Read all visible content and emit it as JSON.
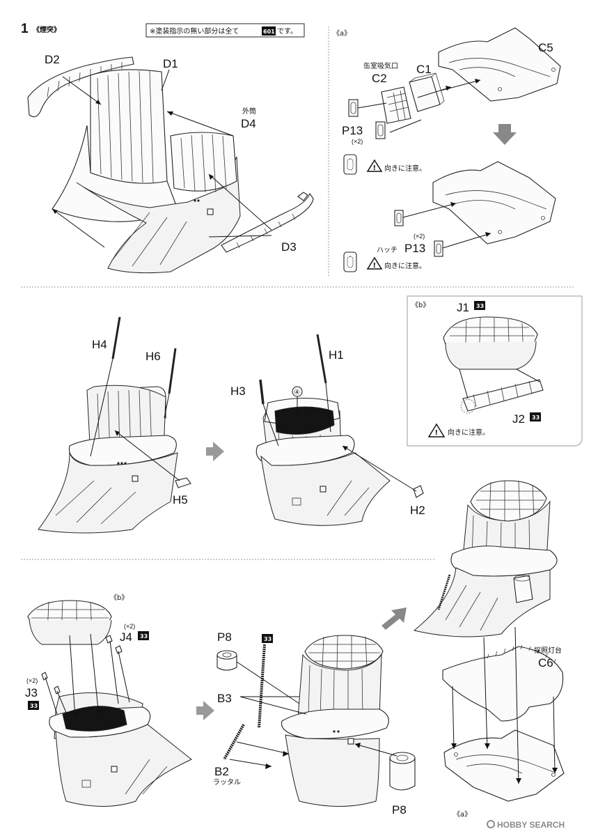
{
  "step": {
    "number": "1",
    "title": "《煙突》"
  },
  "paint_note": {
    "prefix": "※塗装指示の無い部分は全て",
    "code": "601",
    "suffix": "です。"
  },
  "sub_a_label": "《a》",
  "sub_b_label": "《b》",
  "parts": {
    "D1": "D1",
    "D2": "D2",
    "D3": "D3",
    "D4": "D4",
    "C1": "C1",
    "C2": "C2",
    "C5": "C5",
    "C6": "C6",
    "P13": "P13",
    "P8": "P8",
    "H1": "H1",
    "H2": "H2",
    "H3": "H3",
    "H4": "H4",
    "H5": "H5",
    "H6": "H6",
    "J1": "J1",
    "J2": "J2",
    "J3": "J3",
    "J4": "J4",
    "B2": "B2",
    "B3": "B3"
  },
  "part_names": {
    "D4": "外筒",
    "C2": "缶室吸気口",
    "P13": "ハッチ",
    "C6": "探照灯台",
    "B2": "ラッタル"
  },
  "multiplier": "(×2)",
  "caution_text": "向きに注意。",
  "paint_badge": "33",
  "circle_number": "④",
  "watermark": "HOBBY SEARCH"
}
